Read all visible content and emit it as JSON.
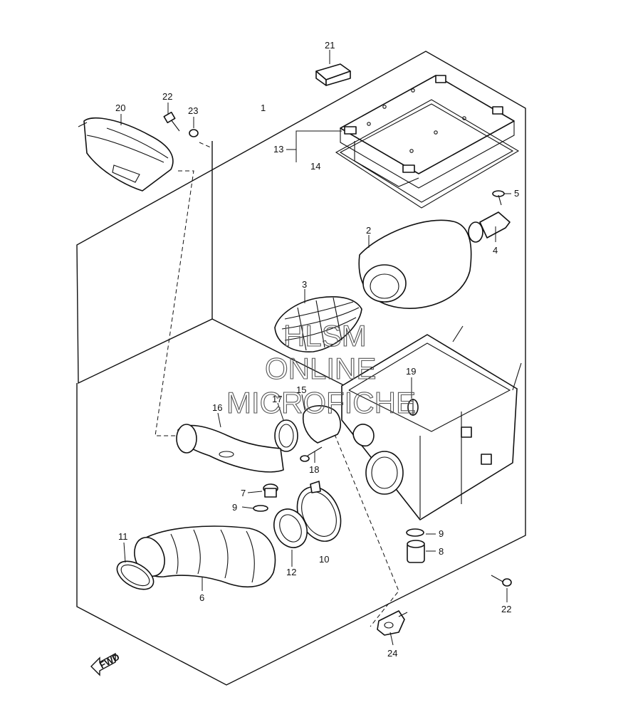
{
  "watermark": {
    "line1": "HLSM",
    "line2": "ONLINE",
    "line3": "MICROFICHE"
  },
  "direction_arrow": {
    "label": "FWD",
    "icon": "fwd-arrow-icon"
  },
  "callouts": [
    {
      "id": "c1",
      "text": "1"
    },
    {
      "id": "c2",
      "text": "2"
    },
    {
      "id": "c3",
      "text": "3"
    },
    {
      "id": "c4",
      "text": "4"
    },
    {
      "id": "c5",
      "text": "5"
    },
    {
      "id": "c6",
      "text": "6"
    },
    {
      "id": "c7",
      "text": "7"
    },
    {
      "id": "c8",
      "text": "8"
    },
    {
      "id": "c9a",
      "text": "9"
    },
    {
      "id": "c9b",
      "text": "9"
    },
    {
      "id": "c10",
      "text": "10"
    },
    {
      "id": "c11",
      "text": "11"
    },
    {
      "id": "c12",
      "text": "12"
    },
    {
      "id": "c13",
      "text": "13"
    },
    {
      "id": "c14",
      "text": "14"
    },
    {
      "id": "c15",
      "text": "15"
    },
    {
      "id": "c16",
      "text": "16"
    },
    {
      "id": "c17",
      "text": "17"
    },
    {
      "id": "c18",
      "text": "18"
    },
    {
      "id": "c19",
      "text": "19"
    },
    {
      "id": "c20",
      "text": "20"
    },
    {
      "id": "c21",
      "text": "21"
    },
    {
      "id": "c22a",
      "text": "22"
    },
    {
      "id": "c22b",
      "text": "22"
    },
    {
      "id": "c23",
      "text": "23"
    },
    {
      "id": "c24",
      "text": "24"
    }
  ]
}
